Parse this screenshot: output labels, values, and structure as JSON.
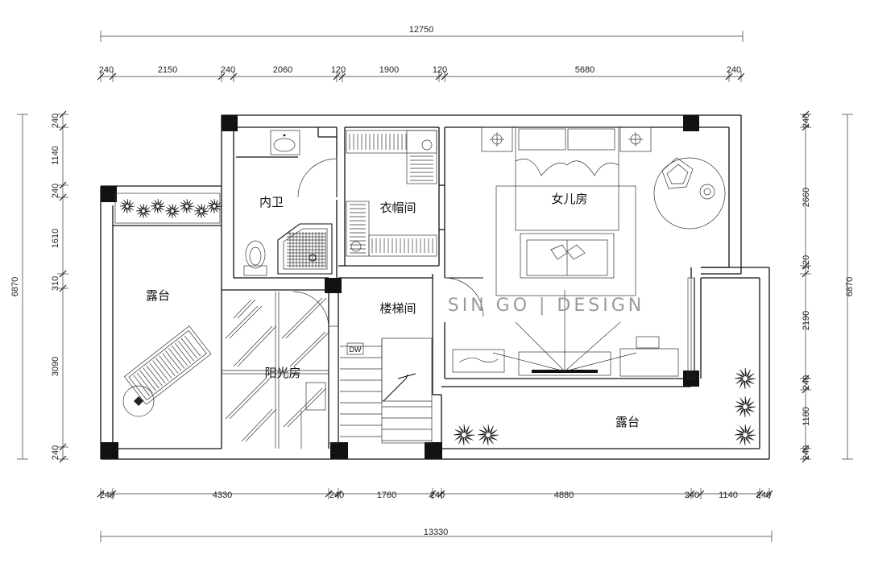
{
  "dimensions": {
    "top_total": "12750",
    "top_segments": [
      "240",
      "2150",
      "240",
      "2060",
      "120",
      "1900",
      "120",
      "5680",
      "240"
    ],
    "bottom_total": "13330",
    "bottom_segments": [
      "240",
      "4330",
      "240",
      "1760",
      "240",
      "4880",
      "240",
      "1140",
      "240"
    ],
    "left_total": "6870",
    "left_segments": [
      "240",
      "1140",
      "240",
      "1610",
      "310",
      "3090",
      "240"
    ],
    "right_total": "6870",
    "right_segments": [
      "240",
      "2660",
      "120",
      "2190",
      "240",
      "1180",
      "240"
    ]
  },
  "rooms": {
    "bathroom": "内卫",
    "cloakroom": "衣帽间",
    "daughter_room": "女儿房",
    "terrace_left": "露台",
    "stairwell": "楼梯间",
    "sunroom": "阳光房",
    "terrace_right": "露台",
    "dw": "DW"
  },
  "watermark": "SIN GO | DESIGN"
}
